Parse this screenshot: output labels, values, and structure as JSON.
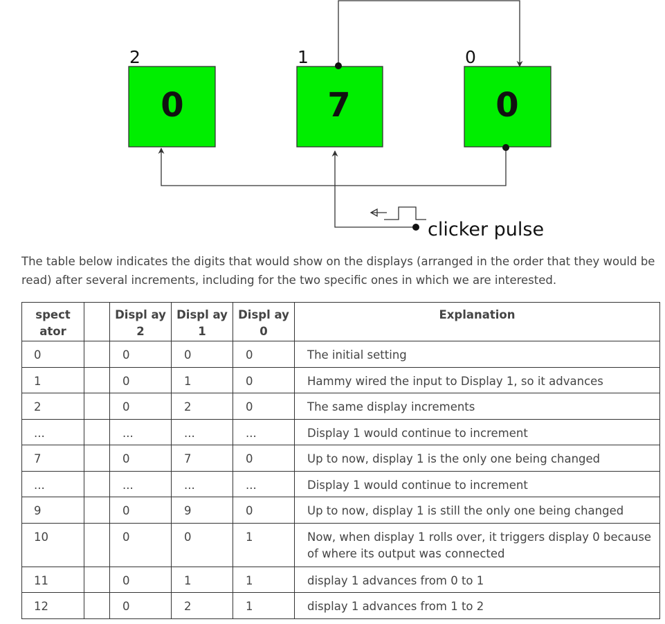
{
  "diagram": {
    "displays": [
      {
        "label": "2",
        "digit": "0"
      },
      {
        "label": "1",
        "digit": "7"
      },
      {
        "label": "0",
        "digit": "0"
      }
    ],
    "clicker_label": "clicker pulse",
    "box_color": "#00ee00",
    "wire_color": "#333333"
  },
  "intro_text": "The table below indicates the digits that would show on the displays (arranged in the order that they would be read) after several increments, including for the two specific ones in which we are interested.",
  "table": {
    "headers": [
      "spect ator",
      "",
      "Displ ay 2",
      "Displ ay 1",
      "Displ ay 0",
      "Explanation"
    ],
    "rows": [
      [
        "0",
        "",
        "0",
        "0",
        "0",
        "The initial setting"
      ],
      [
        "1",
        "",
        "0",
        "1",
        "0",
        "Hammy wired the input to Display 1, so it advances"
      ],
      [
        "2",
        "",
        "0",
        "2",
        "0",
        "The same display increments"
      ],
      [
        "...",
        "",
        "...",
        "...",
        "...",
        "Display 1 would continue to increment"
      ],
      [
        "7",
        "",
        "0",
        "7",
        "0",
        "Up to now, display 1 is the only one being changed"
      ],
      [
        "...",
        "",
        "...",
        "...",
        "...",
        "Display 1 would continue to increment"
      ],
      [
        "9",
        "",
        "0",
        "9",
        "0",
        "Up to now, display 1 is still the only one being changed"
      ],
      [
        "10",
        "",
        "0",
        "0",
        "1",
        "Now, when display 1 rolls over, it triggers display 0 because of where its output was connected"
      ],
      [
        "11",
        "",
        "0",
        "1",
        "1",
        "display 1 advances from 0 to 1"
      ],
      [
        "12",
        "",
        "0",
        "2",
        "1",
        "display 1 advances from 1 to 2"
      ]
    ]
  }
}
